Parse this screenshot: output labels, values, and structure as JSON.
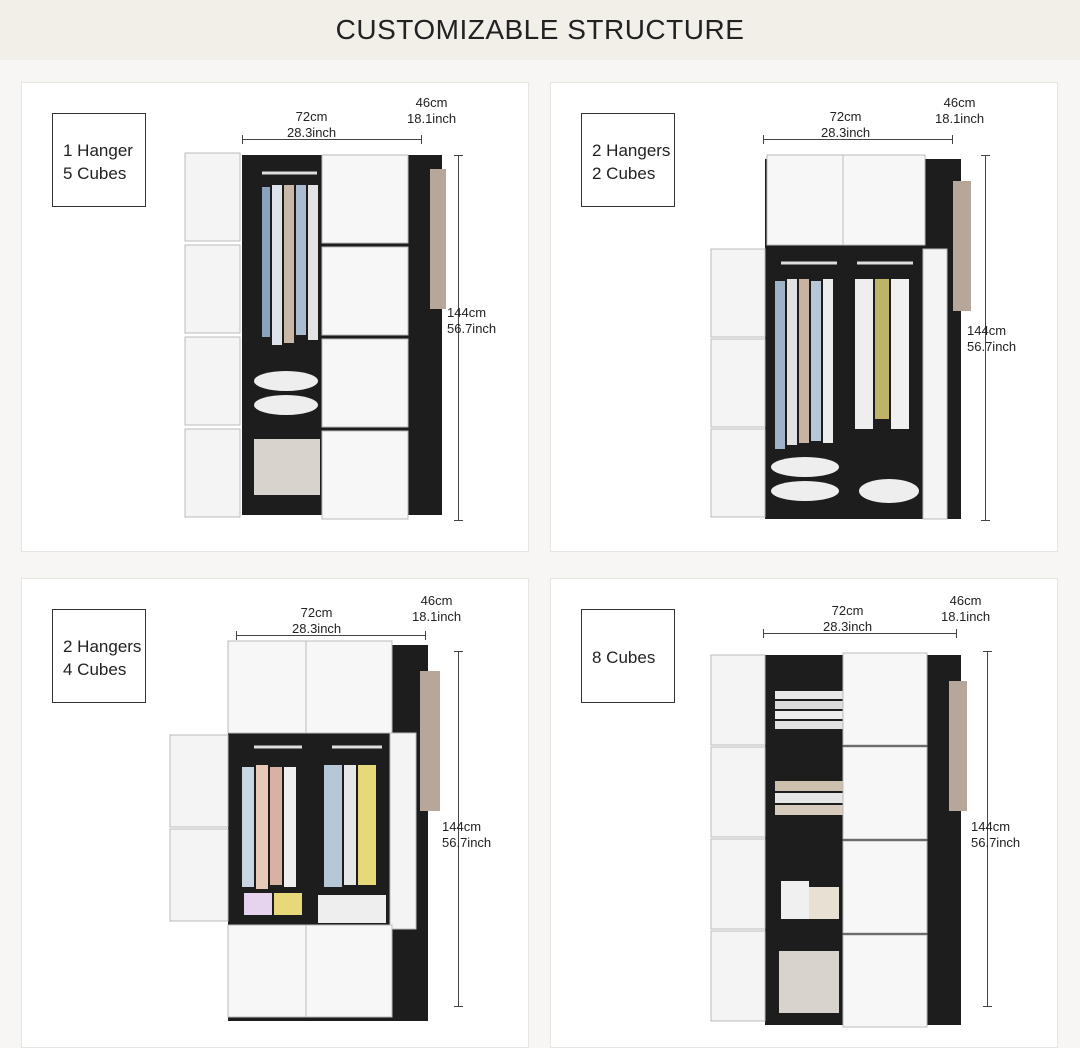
{
  "banner": {
    "title": "CUSTOMIZABLE STRUCTURE"
  },
  "dimensions": {
    "width_cm": "72cm",
    "width_inch": "28.3inch",
    "depth_cm": "46cm",
    "depth_inch": "18.1inch",
    "height_cm": "144cm",
    "height_inch": "56.7inch"
  },
  "configs": [
    {
      "line1": "1 Hanger",
      "line2": "5 Cubes"
    },
    {
      "line1": "2 Hangers",
      "line2": "2 Cubes"
    },
    {
      "line1": "2 Hangers",
      "line2": "4 Cubes"
    },
    {
      "line1": "8 Cubes",
      "line2": ""
    }
  ],
  "colors": {
    "frame": "#1d1d1d",
    "door": "#f4f4f4",
    "accent_shirt": "#9eb3c8",
    "accent_yellow": "#e7d97a"
  }
}
